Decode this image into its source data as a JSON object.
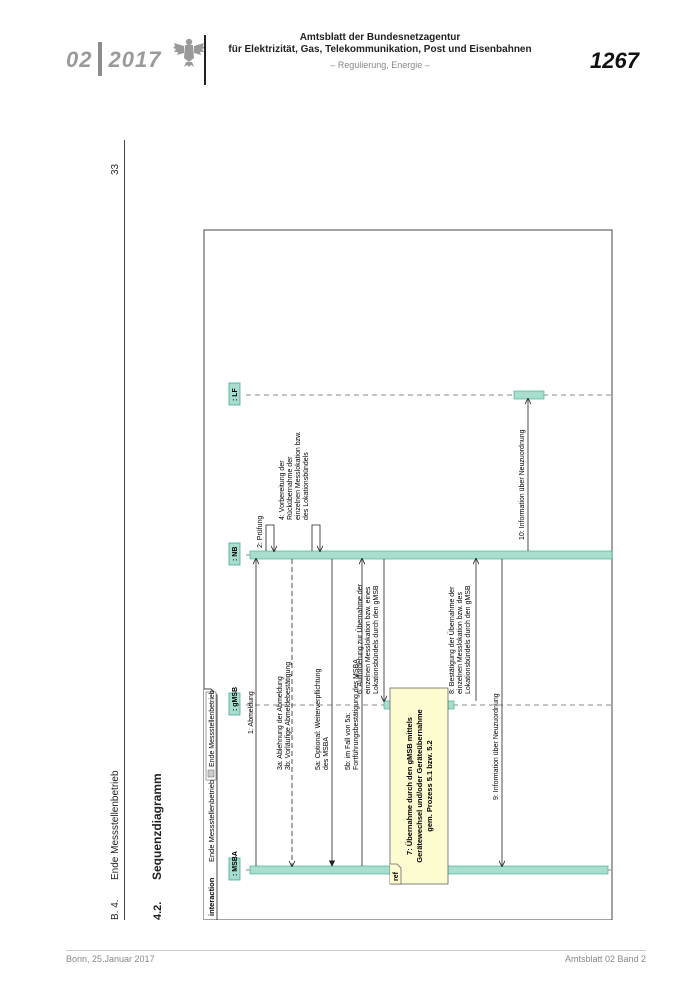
{
  "header": {
    "issue_number": "02",
    "issue_year": "2017",
    "title_line1": "Amtsblatt der Bundesnetzagentur",
    "title_line2": "für Elektrizität, Gas, Telekommunikation, Post und Eisenbahnen",
    "subtitle": "– Regulierung, Energie –",
    "page_number": "1267",
    "logo_icon": "federal-eagle-icon"
  },
  "section": {
    "number": "B. 4.",
    "title": "Ende Messstellenbetrieb",
    "page": "33"
  },
  "subsection": {
    "number": "4.2.",
    "title": "Sequenzdiagramm"
  },
  "diagram": {
    "frame_keyword": "interaction",
    "frame_name": "Ende Messstellenbetrieb",
    "frame_tab": "Ende Messstellenbetrieb",
    "accent_color": "#a8ddd0",
    "note_color": "#fdfbd0",
    "lifelines": [
      {
        "id": "msba",
        "label": ": MSBA"
      },
      {
        "id": "gmsb",
        "label": ": gMSB"
      },
      {
        "id": "nb",
        "label": ": NB"
      },
      {
        "id": "lf",
        "label": ": LF"
      }
    ],
    "messages": [
      {
        "id": "m1",
        "lines": [
          "1: Abmeldung"
        ]
      },
      {
        "id": "m2",
        "lines": [
          "2: Prüfung"
        ]
      },
      {
        "id": "m3",
        "lines": [
          "3a: Ablehnung der Abmeldung",
          "3b: Vorläufige Abmeldebestätigung"
        ]
      },
      {
        "id": "m4",
        "lines": [
          "4: Vorbereitung der",
          "Rückübernahme der",
          "einzelnen Messlokation bzw.",
          "des Lokationsbündels"
        ]
      },
      {
        "id": "m5a",
        "lines": [
          "5a: Optional: Weiterverpflichtung",
          "des MSBA"
        ]
      },
      {
        "id": "m5b",
        "lines": [
          "5b: im Fall von 5a:",
          "Fortführungsbestätigung des MSBA"
        ]
      },
      {
        "id": "m6",
        "lines": [
          "6: Aufforderung zur Übernahme der",
          "einzelnen Messlokation bzw. eines",
          "Lokationsbündels durch den gMSB"
        ]
      },
      {
        "id": "m8",
        "lines": [
          "8: Bestätigung der Übernahme der",
          "einzelnen Messlokation bzw. des",
          "Lokationsbündels durch den gMSB"
        ]
      },
      {
        "id": "m9",
        "lines": [
          "9: Information über Neuzuordnung"
        ]
      },
      {
        "id": "m10",
        "lines": [
          "10: Information über Neuzuordnung"
        ]
      }
    ],
    "ref_fragment": {
      "tag": "ref",
      "lines": [
        "7: Übernahme durch den gMSB mittels",
        "Gerätewechsel und/oder Geräteübernahme",
        "gem. Prozess 5.1 bzw. 5.2"
      ]
    }
  },
  "footer": {
    "left": "Bonn, 25.Januar 2017",
    "right": "Amtsblatt 02 Band 2"
  }
}
